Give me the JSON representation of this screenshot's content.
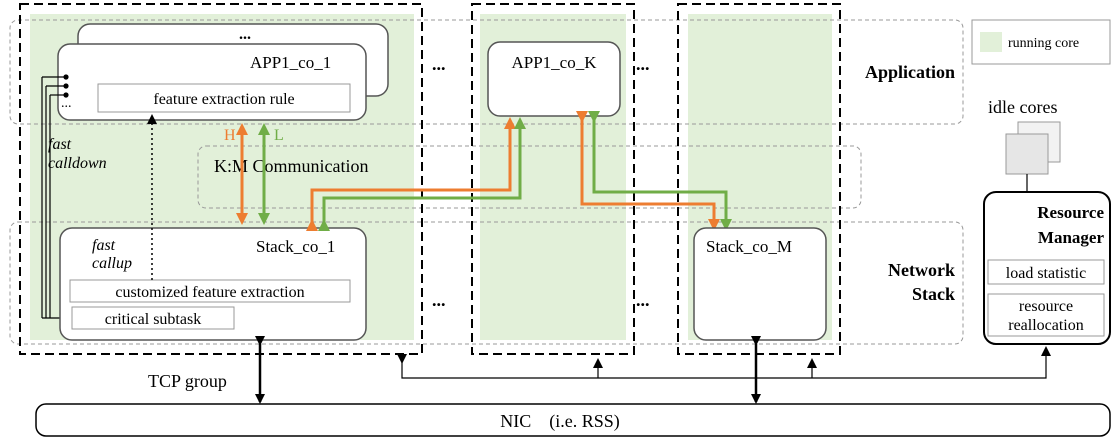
{
  "legend": {
    "running_core": "running core",
    "color_running": "#e2f0d9"
  },
  "layers": {
    "application": "Application",
    "network": "Network",
    "stack": "Stack"
  },
  "core1": {
    "app_stack_ellipsis": "...",
    "app": "APP1_co_1",
    "rule": "feature extraction rule",
    "stack": "Stack_co_1",
    "fast_callup_1": "fast",
    "fast_callup_2": "callup",
    "custom": "customized feature extraction",
    "critical": "critical subtask",
    "small_ellipsis": "..."
  },
  "fast_calldown_1": "fast",
  "fast_calldown_2": "calldown",
  "km": "K:M Communication",
  "high": "H",
  "low": "L",
  "colors": {
    "high": "#ed7d31",
    "low": "#70ad47"
  },
  "ellipsis": "...",
  "coreK": {
    "app": "APP1_co_K"
  },
  "coreM": {
    "stack": "Stack_co_M"
  },
  "idle_cores": "idle cores",
  "rm": {
    "title1": "Resource",
    "title2": "Manager",
    "load": "load statistic",
    "realloc1": "resource",
    "realloc2": "reallocation"
  },
  "tcp_group": "TCP group",
  "nic": "NIC    (i.e. RSS)"
}
